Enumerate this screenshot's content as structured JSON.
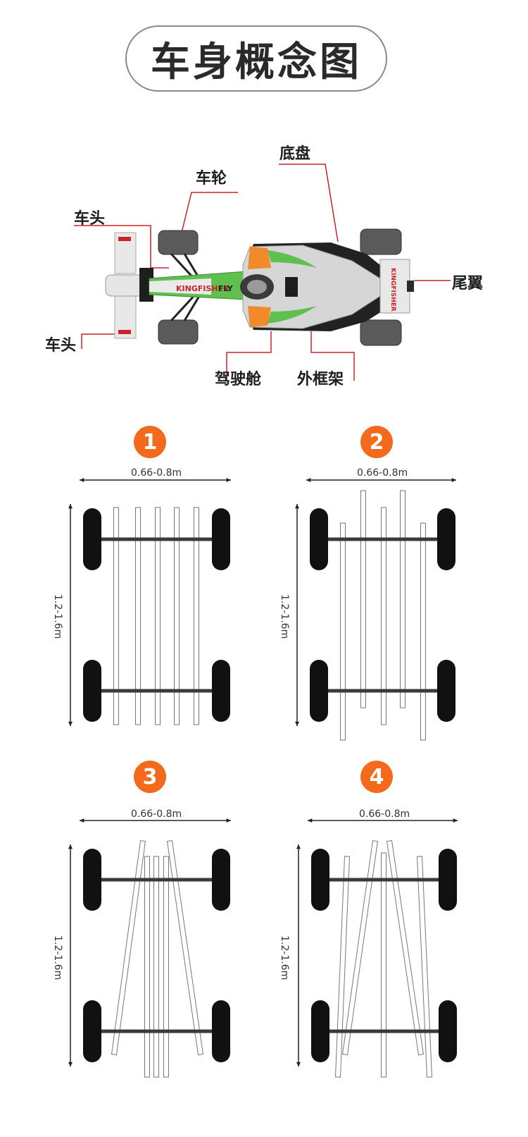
{
  "title": "车身概念图",
  "callouts": {
    "chassis": "底盘",
    "wheel": "车轮",
    "nose_top": "车头",
    "nose_bottom": "车头",
    "rear_wing": "尾翼",
    "cockpit": "驾驶舱",
    "outer_frame": "外框架"
  },
  "car_livery": {
    "brand_text": "KINGFISHER",
    "fly_text": "FLY",
    "colors": {
      "body": "#d8d8d8",
      "green": "#5fbf4f",
      "orange": "#f08a2a",
      "dark": "#2a2a2a",
      "red": "#c8232a"
    }
  },
  "layouts": [
    {
      "number": "1",
      "width_label": "0.66-0.8m",
      "height_label": "1.2-1.6m"
    },
    {
      "number": "2",
      "width_label": "0.66-0.8m",
      "height_label": "1.2-1.6m"
    },
    {
      "number": "3",
      "width_label": "0.66-0.8m",
      "height_label": "1.2-1.6m"
    },
    {
      "number": "4",
      "width_label": "0.66-0.8m",
      "height_label": "1.2-1.6m"
    }
  ],
  "accent_color": "#f36a1c"
}
